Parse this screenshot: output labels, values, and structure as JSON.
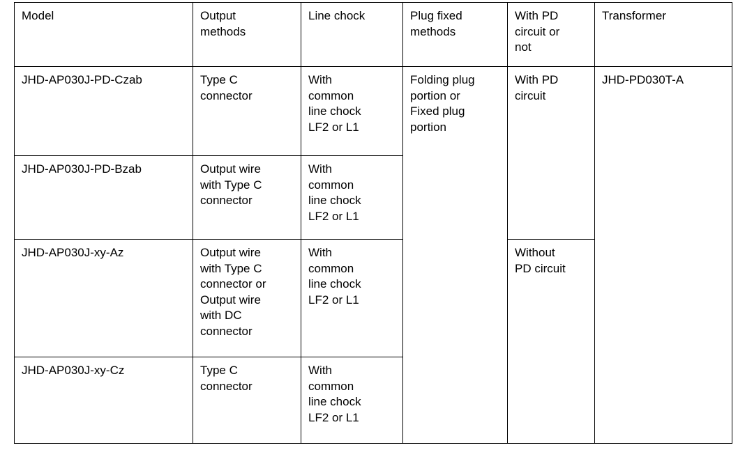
{
  "table": {
    "name": "model-specification-table",
    "columns": [
      {
        "key": "model",
        "header": "Model"
      },
      {
        "key": "output",
        "header": "Output\nmethods"
      },
      {
        "key": "chock",
        "header": "Line chock"
      },
      {
        "key": "plug",
        "header": "Plug fixed\nmethods"
      },
      {
        "key": "pd",
        "header": "With PD\ncircuit or\nnot"
      },
      {
        "key": "transformer",
        "header": "Transformer"
      }
    ],
    "rows": [
      {
        "model": "JHD-AP030J-PD-Czab",
        "output": "Type C\nconnector",
        "chock": "With\ncommon\nline chock\nLF2 or L1",
        "plug": "Folding plug\nportion or\nFixed plug\nportion",
        "pd": "With PD\ncircuit",
        "transformer": "JHD-PD030T-A"
      },
      {
        "model": "JHD-AP030J-PD-Bzab",
        "output": "Output wire\nwith Type C\nconnector",
        "chock": "With\ncommon\nline chock\nLF2 or L1"
      },
      {
        "model": "JHD-AP030J-xy-Az",
        "output": "Output wire\nwith Type C\nconnector or\nOutput wire\nwith DC\nconnector",
        "chock": "With\ncommon\nline chock\nLF2 or L1",
        "pd": "Without\nPD circuit"
      },
      {
        "model": "JHD-AP030J-xy-Cz",
        "output": "Type C\nconnector",
        "chock": "With\ncommon\nline chock\nLF2 or L1"
      }
    ]
  },
  "style": {
    "border_color": "#000000",
    "text_color": "#000000",
    "background_color": "#ffffff"
  }
}
